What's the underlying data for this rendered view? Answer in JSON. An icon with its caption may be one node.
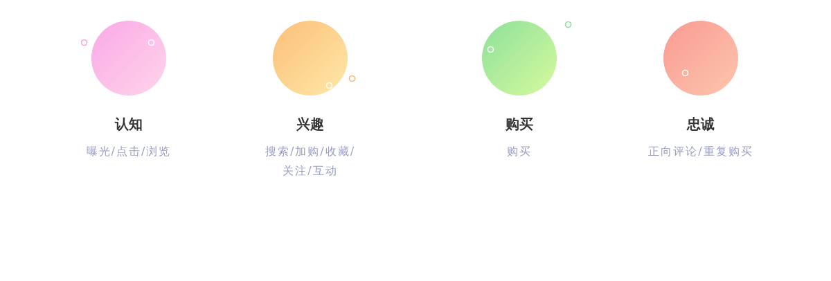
{
  "diagram": {
    "nodes": [
      {
        "text": [],
        "shape": "circle",
        "beside": [
          "认知",
          "曝光/点击/浏览"
        ]
      },
      {
        "text": [],
        "shape": "circle",
        "beside": [
          "兴趣",
          "搜索/加购/收藏/关注/互动"
        ]
      },
      {
        "text": [],
        "shape": "circle",
        "beside": [
          "购买",
          "购买"
        ]
      },
      {
        "text": [],
        "shape": "circle",
        "beside": [
          "忠诚",
          "正向评论/重复购买"
        ]
      }
    ]
  }
}
